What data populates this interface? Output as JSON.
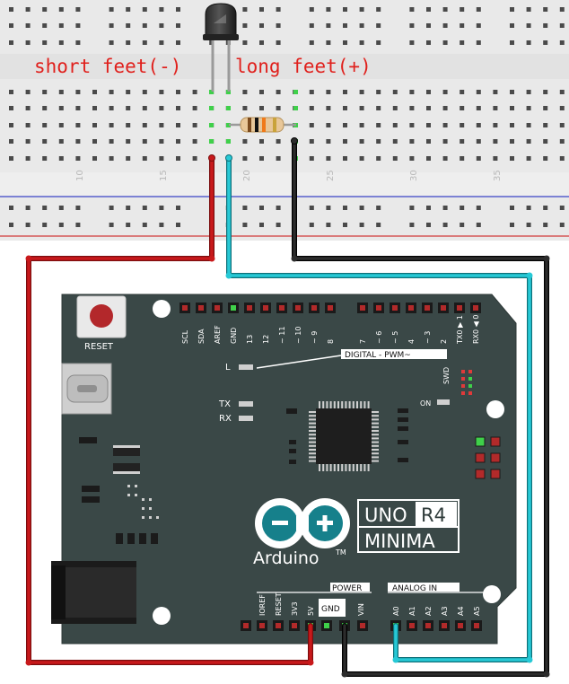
{
  "annotations": {
    "short_leg": "short feet(-)",
    "long_leg": "long feet(+)"
  },
  "breadboard": {
    "column_numbers": [
      "10",
      "15",
      "20",
      "25",
      "30",
      "35"
    ]
  },
  "board": {
    "reset_label": "RESET",
    "digital_pins": [
      "SCL",
      "SDA",
      "AREF",
      "GND",
      "13",
      "12",
      "~ 11",
      "~ 10",
      "~ 9",
      "8",
      "7",
      "~ 6",
      "~ 5",
      "4",
      "~ 3",
      "2",
      "TX0 ▶ 1",
      "RX0 ◀ 0"
    ],
    "digital_label": "DIGITAL  -   PWM~",
    "led_l": "L",
    "led_tx": "TX",
    "led_rx": "RX",
    "swd": "SWD",
    "on": "ON",
    "brand": "Arduino",
    "tm": "TM",
    "model_line1": "UNO",
    "model_line1b": "R4",
    "model_line2": "MINIMA",
    "power_label": "POWER",
    "analog_label": "ANALOG IN",
    "power_pins": [
      "IOREF",
      "RESET",
      "3V3",
      "5V",
      "GND",
      "VIN"
    ],
    "power_gnd_box": "GND",
    "analog_pins": [
      "A0",
      "A1",
      "A2",
      "A3",
      "A4",
      "A5"
    ]
  },
  "colors": {
    "wire_red": "#c8191b",
    "wire_black": "#1a1a1a",
    "wire_cyan": "#27c9d6",
    "board": "#3a4847",
    "breadboard": "#ececec",
    "annotation": "#e0201c"
  }
}
